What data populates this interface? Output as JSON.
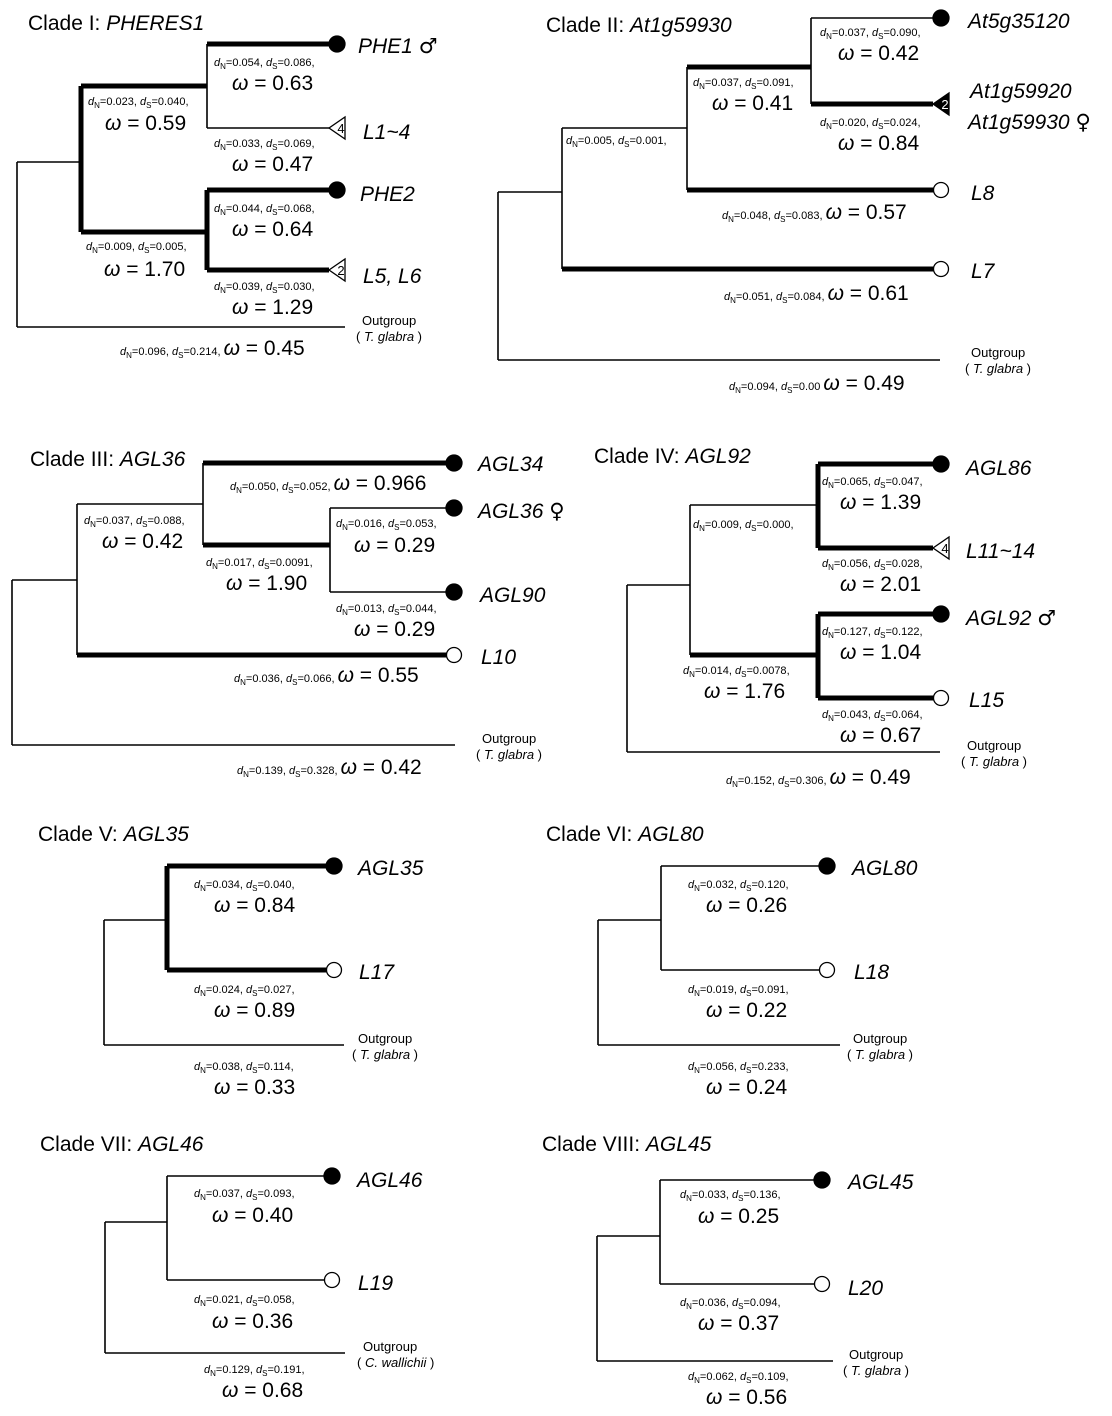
{
  "clades": [
    {
      "id": "I",
      "title_prefix": "Clade I: ",
      "title_gene": "PHERES1",
      "tips": [
        {
          "label": "PHE1",
          "symbol": "♂",
          "marker": "filled"
        },
        {
          "label": "L1~4",
          "symbol": "",
          "marker": "triangle-open",
          "count": "4"
        },
        {
          "label": "PHE2",
          "symbol": "",
          "marker": "filled"
        },
        {
          "label": "L5, L6",
          "symbol": "",
          "marker": "triangle-open",
          "count": "2"
        }
      ],
      "branches": [
        {
          "dn": "0.054",
          "ds": "0.086",
          "omega": "0.63"
        },
        {
          "dn": "0.033",
          "ds": "0.069",
          "omega": "0.47"
        },
        {
          "dn": "0.023",
          "ds": "0.040",
          "omega": "0.59"
        },
        {
          "dn": "0.044",
          "ds": "0.068",
          "omega": "0.64"
        },
        {
          "dn": "0.039",
          "ds": "0.030",
          "omega": "1.29"
        },
        {
          "dn": "0.009",
          "ds": "0.005",
          "omega": "1.70"
        },
        {
          "dn": "0.096",
          "ds": "0.214",
          "omega": "0.45"
        }
      ],
      "outgroup": {
        "label": "Outgroup",
        "species": "T. glabra"
      }
    },
    {
      "id": "II",
      "title_prefix": "Clade II: ",
      "title_gene": "At1g59930",
      "tips": [
        {
          "label": "At5g35120",
          "symbol": "",
          "marker": "filled"
        },
        {
          "label": "At1g59920",
          "symbol": "",
          "marker": "triangle-filled",
          "count": "2"
        },
        {
          "label": "At1g59930",
          "symbol": "♀",
          "marker": "none"
        },
        {
          "label": "L8",
          "symbol": "",
          "marker": "open"
        },
        {
          "label": "L7",
          "symbol": "",
          "marker": "open"
        }
      ],
      "branches": [
        {
          "dn": "0.037",
          "ds": "0.090",
          "omega": "0.42"
        },
        {
          "dn": "0.037",
          "ds": "0.091",
          "omega": "0.41"
        },
        {
          "dn": "0.020",
          "ds": "0.024",
          "omega": "0.84"
        },
        {
          "dn": "0.005",
          "ds": "0.001",
          "omega": ""
        },
        {
          "dn": "0.048",
          "ds": "0.083",
          "omega": "0.57"
        },
        {
          "dn": "0.051",
          "ds": "0.084",
          "omega": "0.61"
        },
        {
          "dn": "0.094",
          "ds": "0.00",
          "omega": "0.49"
        }
      ],
      "outgroup": {
        "label": "Outgroup",
        "species": "T. glabra"
      }
    },
    {
      "id": "III",
      "title_prefix": "Clade III: ",
      "title_gene": "AGL36",
      "tips": [
        {
          "label": "AGL34",
          "symbol": "",
          "marker": "filled"
        },
        {
          "label": "AGL36",
          "symbol": "♀",
          "marker": "filled"
        },
        {
          "label": "AGL90",
          "symbol": "",
          "marker": "filled"
        },
        {
          "label": "L10",
          "symbol": "",
          "marker": "open"
        }
      ],
      "branches": [
        {
          "dn": "0.050",
          "ds": "0.052",
          "omega": "0.966"
        },
        {
          "dn": "0.037",
          "ds": "0.088",
          "omega": "0.42"
        },
        {
          "dn": "0.016",
          "ds": "0.053",
          "omega": "0.29"
        },
        {
          "dn": "0.017",
          "ds": "0.0091",
          "omega": "1.90"
        },
        {
          "dn": "0.013",
          "ds": "0.044",
          "omega": "0.29"
        },
        {
          "dn": "0.036",
          "ds": "0.066",
          "omega": "0.55"
        },
        {
          "dn": "0.139",
          "ds": "0.328",
          "omega": "0.42"
        }
      ],
      "outgroup": {
        "label": "Outgroup",
        "species": "T. glabra"
      }
    },
    {
      "id": "IV",
      "title_prefix": "Clade IV: ",
      "title_gene": "AGL92",
      "tips": [
        {
          "label": "AGL86",
          "symbol": "",
          "marker": "filled"
        },
        {
          "label": "L11~14",
          "symbol": "",
          "marker": "triangle-open",
          "count": "4"
        },
        {
          "label": "AGL92",
          "symbol": "♂",
          "marker": "filled"
        },
        {
          "label": "L15",
          "symbol": "",
          "marker": "open"
        }
      ],
      "branches": [
        {
          "dn": "0.065",
          "ds": "0.047",
          "omega": "1.39"
        },
        {
          "dn": "0.009",
          "ds": "0.000",
          "omega": ""
        },
        {
          "dn": "0.056",
          "ds": "0.028",
          "omega": "2.01"
        },
        {
          "dn": "0.127",
          "ds": "0.122",
          "omega": "1.04"
        },
        {
          "dn": "0.014",
          "ds": "0.0078",
          "omega": "1.76"
        },
        {
          "dn": "0.043",
          "ds": "0.064",
          "omega": "0.67"
        },
        {
          "dn": "0.152",
          "ds": "0.306",
          "omega": "0.49"
        }
      ],
      "outgroup": {
        "label": "Outgroup",
        "species": "T. glabra"
      }
    },
    {
      "id": "V",
      "title_prefix": "Clade V: ",
      "title_gene": "AGL35",
      "tips": [
        {
          "label": "AGL35",
          "symbol": "",
          "marker": "filled"
        },
        {
          "label": "L17",
          "symbol": "",
          "marker": "open"
        }
      ],
      "branches": [
        {
          "dn": "0.034",
          "ds": "0.040",
          "omega": "0.84"
        },
        {
          "dn": "0.024",
          "ds": "0.027",
          "omega": "0.89"
        },
        {
          "dn": "0.038",
          "ds": "0.114",
          "omega": "0.33"
        }
      ],
      "outgroup": {
        "label": "Outgroup",
        "species": "T. glabra"
      }
    },
    {
      "id": "VI",
      "title_prefix": "Clade VI: ",
      "title_gene": "AGL80",
      "tips": [
        {
          "label": "AGL80",
          "symbol": "",
          "marker": "filled"
        },
        {
          "label": "L18",
          "symbol": "",
          "marker": "open"
        }
      ],
      "branches": [
        {
          "dn": "0.032",
          "ds": "0.120",
          "omega": "0.26"
        },
        {
          "dn": "0.019",
          "ds": "0.091",
          "omega": "0.22"
        },
        {
          "dn": "0.056",
          "ds": "0.233",
          "omega": "0.24"
        }
      ],
      "outgroup": {
        "label": "Outgroup",
        "species": "T. glabra"
      }
    },
    {
      "id": "VII",
      "title_prefix": "Clade VII: ",
      "title_gene": "AGL46",
      "tips": [
        {
          "label": "AGL46",
          "symbol": "",
          "marker": "filled"
        },
        {
          "label": "L19",
          "symbol": "",
          "marker": "open"
        }
      ],
      "branches": [
        {
          "dn": "0.037",
          "ds": "0.093",
          "omega": "0.40"
        },
        {
          "dn": "0.021",
          "ds": "0.058",
          "omega": "0.36"
        },
        {
          "dn": "0.129",
          "ds": "0.191",
          "omega": "0.68"
        }
      ],
      "outgroup": {
        "label": "Outgroup",
        "species": "C. wallichii"
      }
    },
    {
      "id": "VIII",
      "title_prefix": "Clade VIII: ",
      "title_gene": "AGL45",
      "tips": [
        {
          "label": "AGL45",
          "symbol": "",
          "marker": "filled"
        },
        {
          "label": "L20",
          "symbol": "",
          "marker": "open"
        }
      ],
      "branches": [
        {
          "dn": "0.033",
          "ds": "0.136",
          "omega": "0.25"
        },
        {
          "dn": "0.036",
          "ds": "0.094",
          "omega": "0.37"
        },
        {
          "dn": "0.062",
          "ds": "0.109",
          "omega": "0.56"
        }
      ],
      "outgroup": {
        "label": "Outgroup",
        "species": "T. glabra"
      }
    }
  ]
}
